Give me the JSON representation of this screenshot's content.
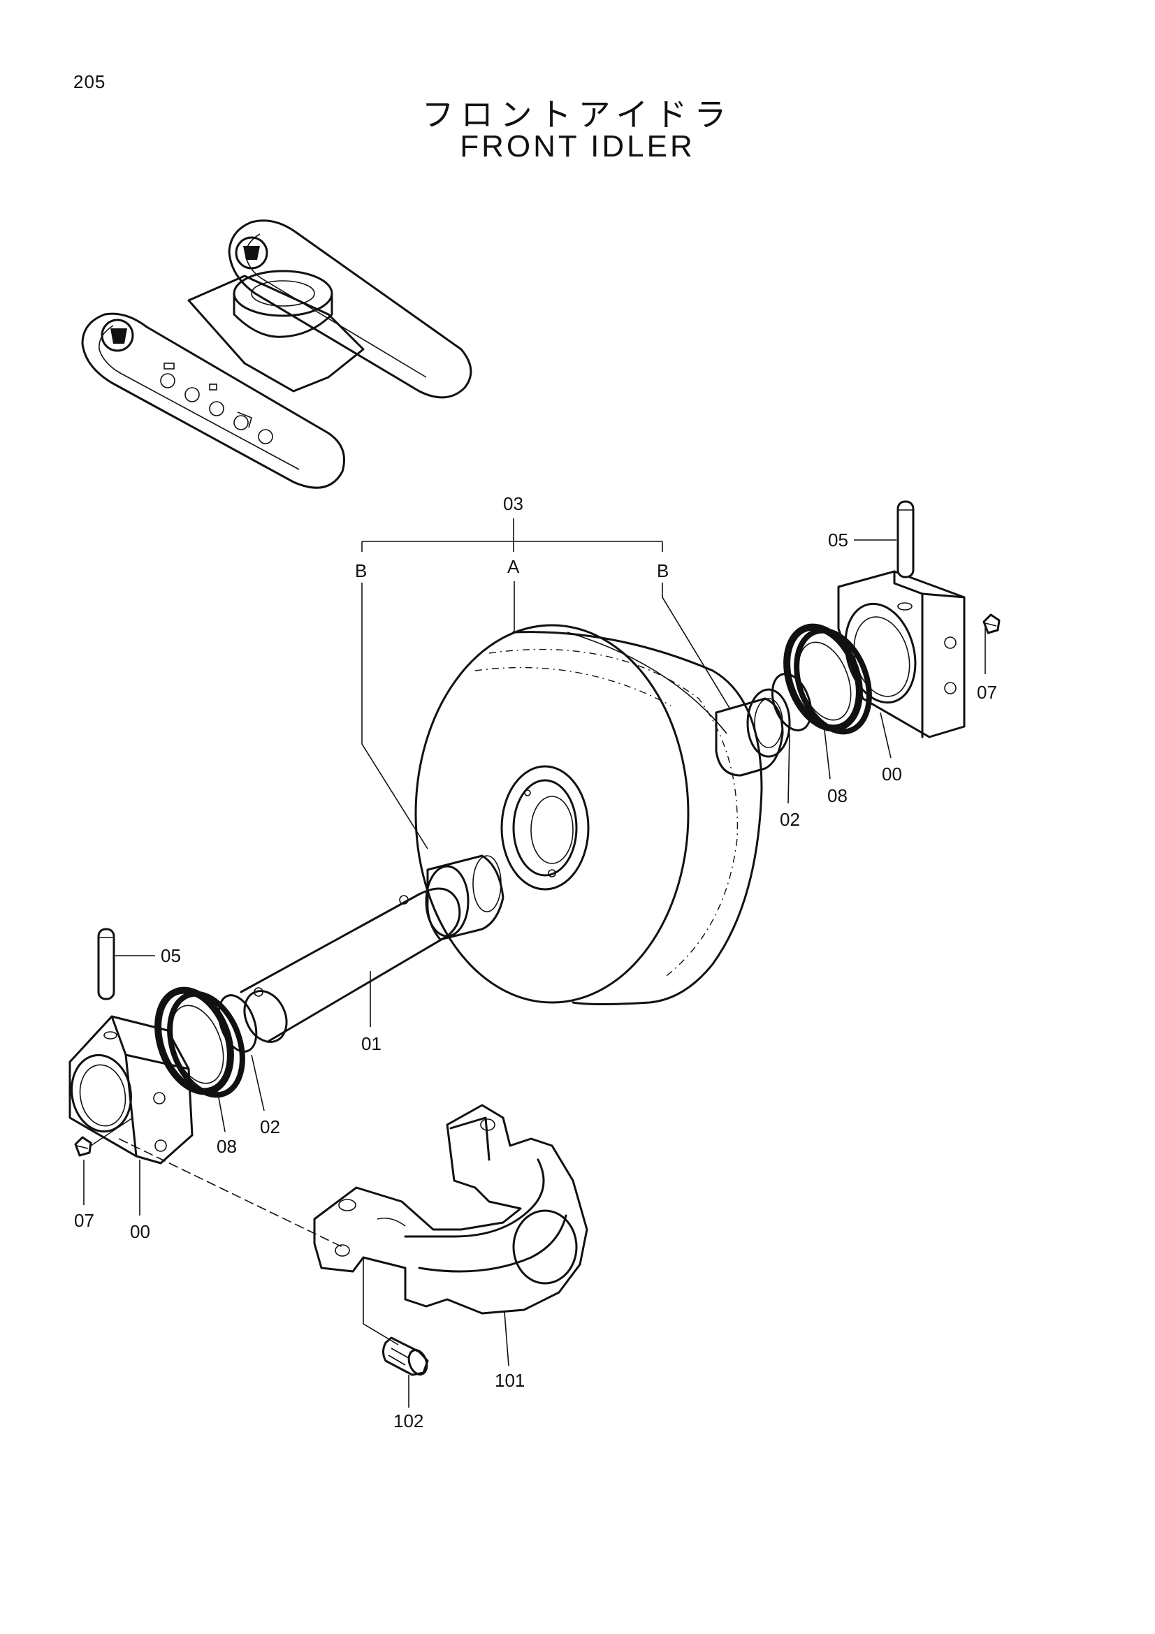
{
  "page_number": "205",
  "title_jp": "フロントアイドラ",
  "title_en": "FRONT IDLER",
  "callouts": {
    "c03": "03",
    "cA": "A",
    "cB_left": "B",
    "cB_right": "B",
    "c05_right": "05",
    "c07_right": "07",
    "c00_right": "00",
    "c08_right": "08",
    "c02_right": "02",
    "c05_left": "05",
    "c01": "01",
    "c02_left": "02",
    "c08_left": "08",
    "c07_left": "07",
    "c00_left": "00",
    "c101": "101",
    "c102": "102"
  }
}
